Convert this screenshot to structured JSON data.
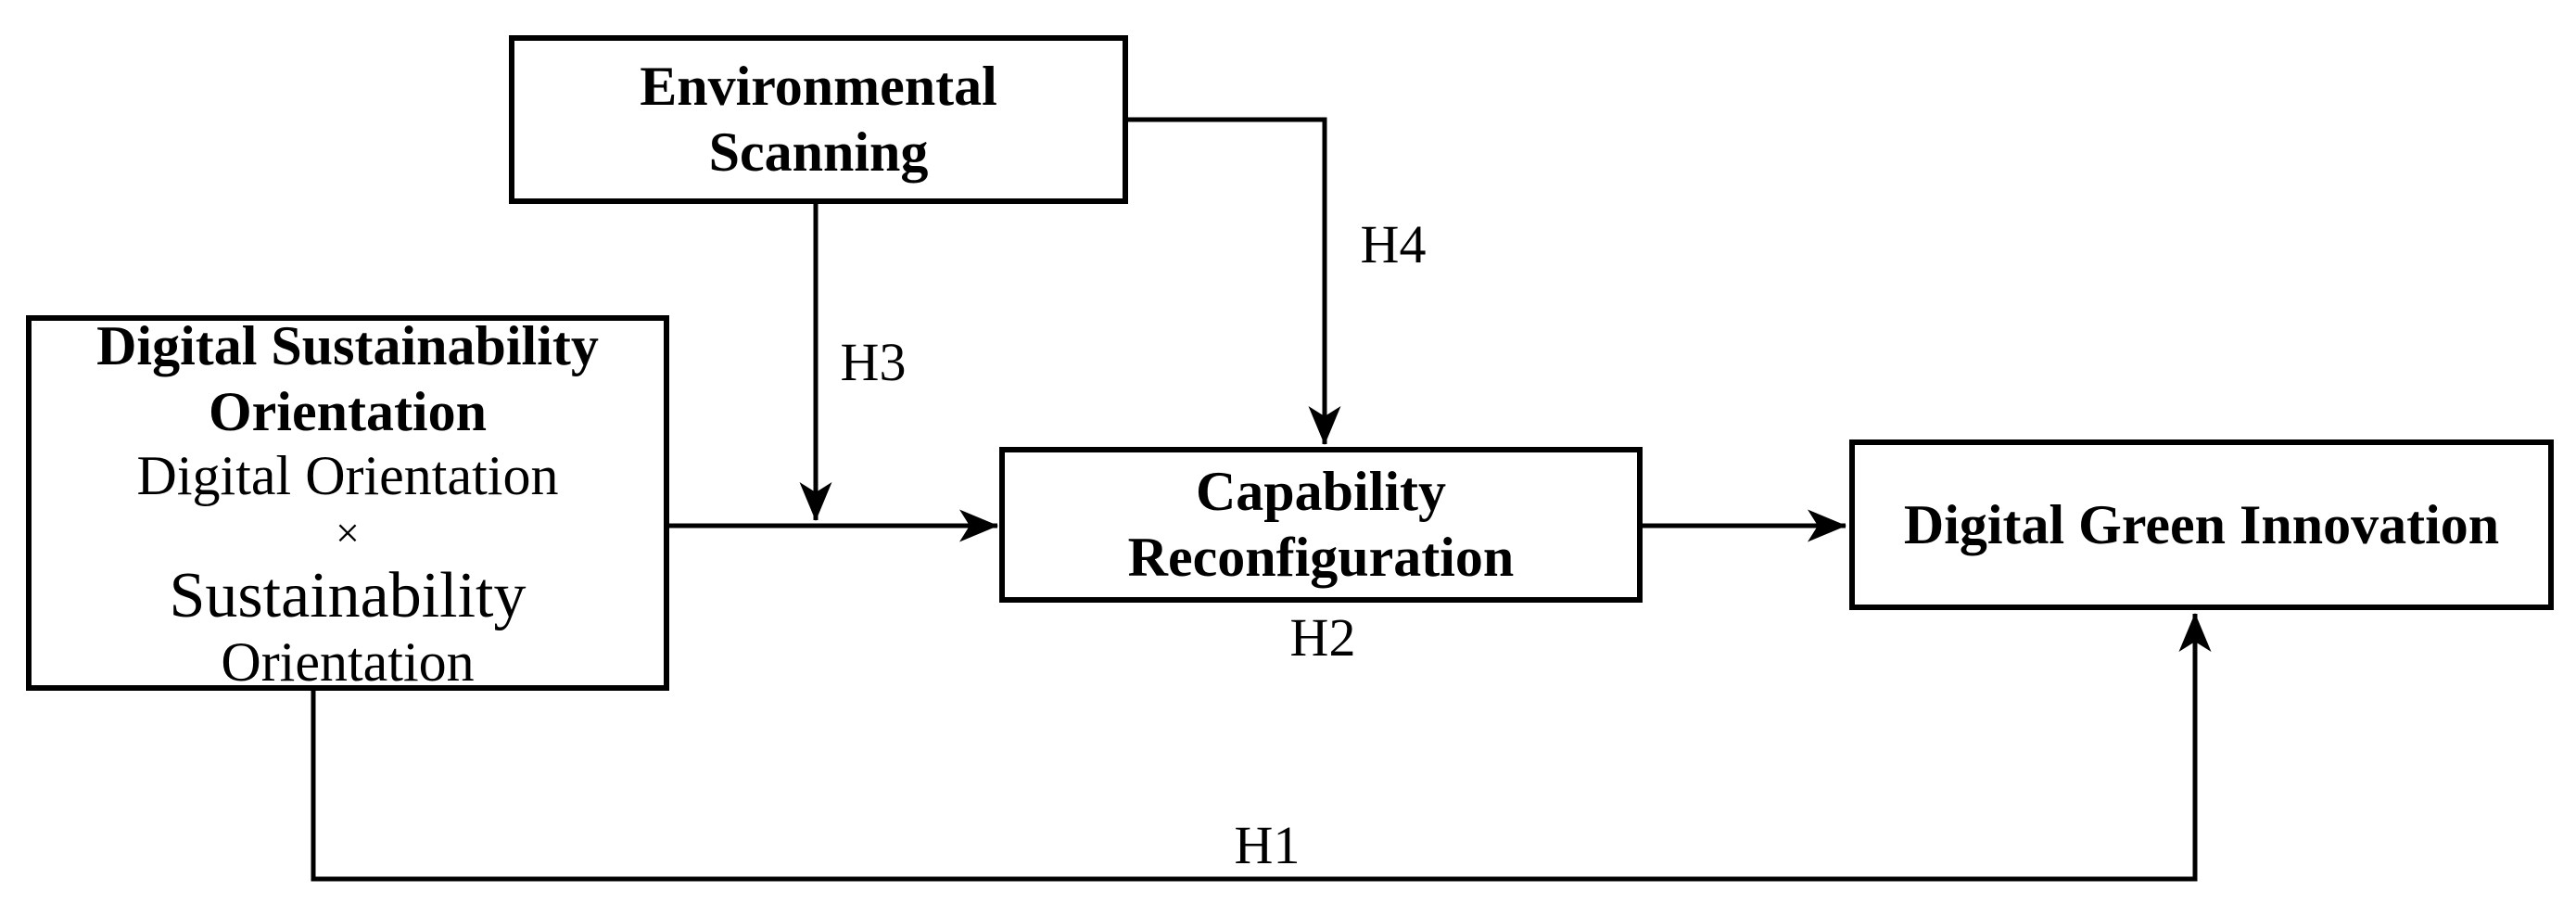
{
  "colors": {
    "ink": "#000000",
    "background": "#ffffff"
  },
  "nodes": {
    "environmental_scanning": {
      "title": "Environmental\nScanning"
    },
    "digital_sustainability_orientation": {
      "title": "Digital Sustainability\nOrientation",
      "component_1": "Digital Orientation",
      "operator": "×",
      "component_2": "Sustainability",
      "component_3": "Orientation"
    },
    "capability_reconfiguration": {
      "title": "Capability\nReconfiguration"
    },
    "digital_green_innovation": {
      "title": "Digital Green Innovation"
    }
  },
  "edges": {
    "h1": {
      "label": "H1",
      "from": "Digital Sustainability Orientation",
      "to": "Digital Green Innovation"
    },
    "h2": {
      "label": "H2",
      "from": "Capability Reconfiguration",
      "to": "Digital Green Innovation"
    },
    "h3": {
      "label": "H3",
      "from": "Environmental Scanning",
      "to": "path: Digital Sustainability Orientation → Capability Reconfiguration"
    },
    "h4": {
      "label": "H4",
      "from": "Environmental Scanning",
      "to": "Capability Reconfiguration"
    }
  }
}
